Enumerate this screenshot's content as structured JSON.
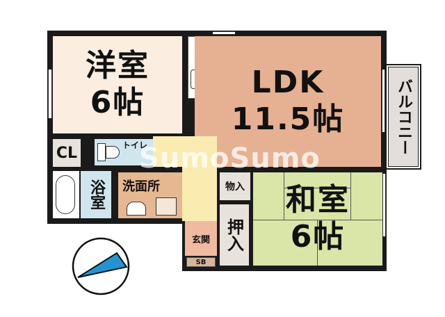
{
  "rooms": {
    "western": {
      "name": "洋室",
      "size": "6帖",
      "color": "#fbeee0"
    },
    "ldk": {
      "name": "LDK",
      "size": "11.5帖",
      "color": "#e6b092"
    },
    "balcony": {
      "name": "バルコニー",
      "color": "#e3dedb"
    },
    "closet": {
      "name": "CL",
      "color": "#e8e2dc"
    },
    "toilet": {
      "name": "トイレ",
      "color": "#cfe6ee"
    },
    "bath": {
      "name": "浴室",
      "color": "#cfe6ee"
    },
    "washroom": {
      "name": "洗面所",
      "color": "#e6b892"
    },
    "hallway": {
      "color": "#faecb0"
    },
    "storage": {
      "name": "物入",
      "color": "#e8e2dc"
    },
    "oshiire": {
      "name": "押入",
      "color": "#e8e2dc"
    },
    "japanese": {
      "name": "和室",
      "size": "6帖",
      "color": "#d9e6a8"
    },
    "entrance": {
      "name": "玄関",
      "color": "#f0baa0"
    },
    "shoebox": {
      "name": "SB",
      "color": "#d8b49a"
    }
  },
  "watermark": "SumoSumo",
  "compass": {
    "accent": "#2394d1"
  }
}
